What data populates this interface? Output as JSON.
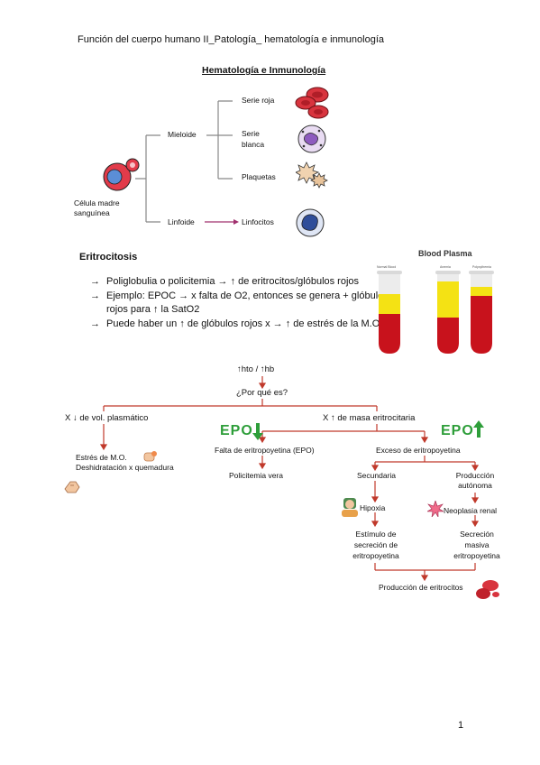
{
  "header": "Función del cuerpo humano II_Patología_ hematología e inmunología",
  "title": "Hematología e Inmunología",
  "tree": {
    "root_label": "Célula madre sanguínea",
    "mieloide": "Mieloide",
    "linfoide": "Linfoide",
    "serie_roja": "Serie roja",
    "serie_blanca": "Serie blanca",
    "plaquetas": "Plaquetas",
    "linfocitos": "Linfocitos"
  },
  "section_title": "Eritrocitosis",
  "bullets": [
    "Poliglobulia o policitemia → ↑ de eritrocitos/glóbulos rojos",
    "Ejemplo: EPOC → x falta de O2, entonces se genera + glóbulos rojos para ↑ la SatO2",
    "Puede haber un ↑ de glóbulos rojos x → ↑ de estrés de la M.O."
  ],
  "bullet_arrow": "→",
  "blood_plasma": {
    "title": "Blood Plasma",
    "tubes": [
      "Normal Blood",
      "Anemia",
      "Polycythemia"
    ]
  },
  "flow": {
    "top": "↑hto / ↑hb",
    "question": "¿Por qué es?",
    "left_branch": "X ↓ de vol. plasmático",
    "right_branch": "X ↑ de masa eritrocitaria",
    "estres": "Estrés de M.O.",
    "deshidratacion": "Deshidratación x quemadura",
    "epo_down_text": "EPO",
    "epo_up_text": "EPO",
    "falta_epo": "Falta de eritropoyetina (EPO)",
    "exceso_epo": "Exceso de eritropoyetina",
    "policitemia": "Policitemia vera",
    "secundaria": "Secundaria",
    "produccion_autonoma": "Producción autónoma",
    "hipoxia": "Hipoxia",
    "neoplasia": "Neoplasia renal",
    "estimulo": "Estímulo de secreción de eritropoyetina",
    "secrecion": "Secreción masiva eritropoyetina",
    "produccion": "Producción de eritrocitos"
  },
  "page_number": "1",
  "colors": {
    "arrow": "#c0392b",
    "epo_down": "#2e9e3a",
    "epo_up": "#2e9e3a",
    "linfoide_arrow": "#a0306e"
  }
}
